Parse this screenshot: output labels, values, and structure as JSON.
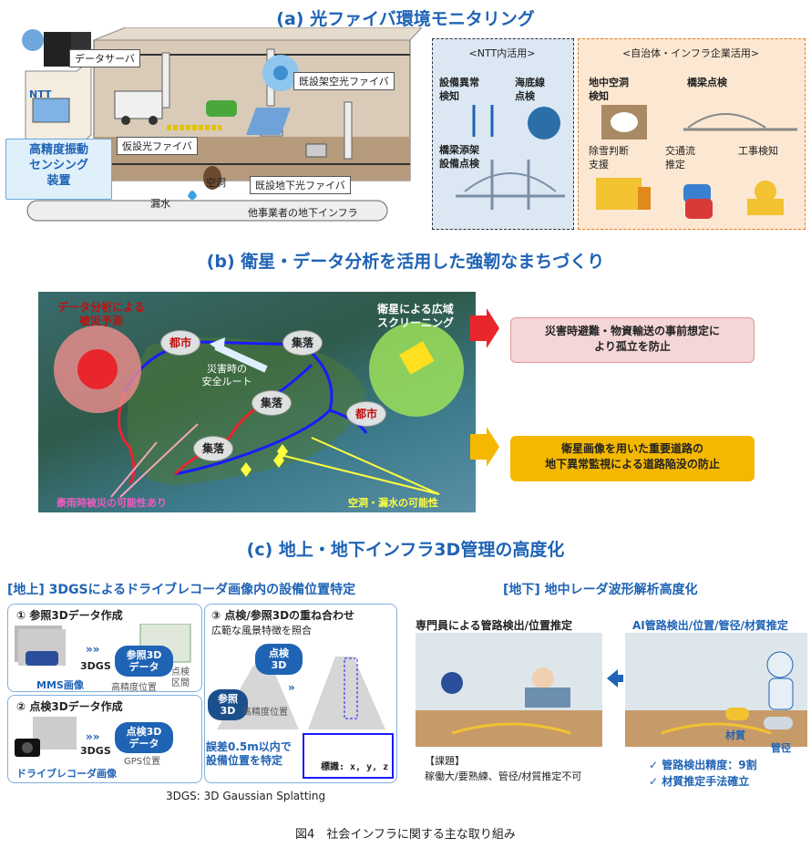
{
  "section_a": {
    "title": "(a) 光ファイバ環境モニタリング",
    "data_server": "データサーバ",
    "existing_aerial": "既設架空光ファイバ",
    "temporary_fiber": "仮設光ファイバ",
    "cavity": "空洞",
    "leak": "漏水",
    "existing_underground": "既設地下光ファイバ",
    "other_infra": "他事業者の地下インフラ",
    "ntt_logo": "NTT",
    "device_label": "高精度振動\nセンシング\n装置",
    "ntt_panel": {
      "title": "<NTT内活用>",
      "items": [
        "設備異常\n検知",
        "海底線\n点検",
        "橋梁添架\n設備点検"
      ]
    },
    "muni_panel": {
      "title": "<自治体・インフラ企業活用>",
      "items": [
        "地中空洞\n検知",
        "橋梁点検",
        "除雪判断\n支援",
        "交通流\n推定",
        "工事検知"
      ]
    }
  },
  "section_b": {
    "title": "(b) 衛星・データ分析を活用した強靭なまちづくり",
    "data_analysis": "データ分析による\n被災予測",
    "satellite": "衛星による広域\nスクリーニング",
    "city": "都市",
    "village": "集落",
    "route": "災害時の\n安全ルート",
    "rain_risk": "豪雨時被災の可能性あり",
    "cavity_risk": "空洞・漏水の可能性",
    "outcome1": "災害時避難・物資輸送の事前想定に\nより孤立を防止",
    "outcome2": "衛星画像を用いた重要道路の\n地下異常監視による道路陥没の防止"
  },
  "section_c": {
    "title": "(c) 地上・地下インフラ3D管理の高度化",
    "above_title": "[地上] 3DGSによるドライブレコーダ画像内の設備位置特定",
    "step1": "① 参照3Dデータ作成",
    "mms": "MMS画像",
    "dgs1": "3DGS",
    "ref3d": "参照3D\nデータ",
    "high_precision": "高精度位置",
    "inspect_section": "点検\n区間",
    "step2": "② 点検3Dデータ作成",
    "dgs2": "3DGS",
    "insp3d": "点検3D\nデータ",
    "gps": "GPS位置",
    "dashcam": "ドライブレコーダ画像",
    "step3": "③ 点検/参照3Dの重ね合わせ",
    "landscape": "広範な風景特徴を照合",
    "insp3d_short": "点検\n3D",
    "ref3d_short": "参照\n3D",
    "high_precision2": "高精度位置",
    "error": "誤差0.5m以内で\n設備位置を特定",
    "sign": "標識: x, y, z",
    "footnote": "3DGS: 3D Gaussian Splatting",
    "under_title": "[地下] 地中レーダ波形解析高度化",
    "expert": "専門員による管路検出/位置推定",
    "ai": "AI管路検出/位置/管径/材質推定",
    "issue_label": "【課題】",
    "issue": "稼働大/要熟練、管径/材質推定不可",
    "material": "材質",
    "diameter": "管径",
    "result1": "✓ 管路検出精度：9割",
    "result2": "✓ 材質推定手法確立"
  },
  "caption": "図4　社会インフラに関する主な取り組み",
  "colors": {
    "accent": "#1f63b5",
    "red": "#e8262c",
    "orange": "#f5a623",
    "pink": "#f5d6d6"
  }
}
